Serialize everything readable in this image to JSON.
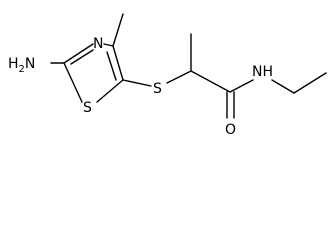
{
  "molecule": {
    "atoms": {
      "amine_nh2": {
        "symbol": "H",
        "subscript": "2",
        "main": "N"
      },
      "ring_nitrogen": {
        "symbol": "N"
      },
      "ring_sulfur": {
        "symbol": "S"
      },
      "thioether_sulfur": {
        "symbol": "S"
      },
      "amide_nh": {
        "symbol": "NH"
      },
      "carbonyl_oxygen": {
        "symbol": "O"
      }
    }
  }
}
